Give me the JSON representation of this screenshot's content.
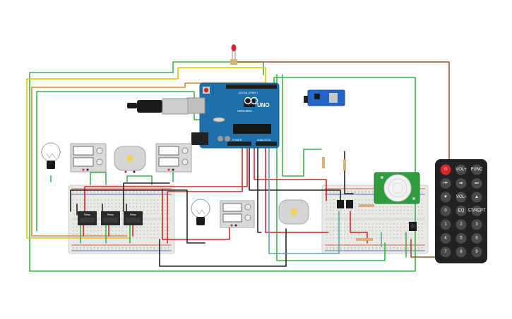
{
  "arduino": {
    "brand": "ARDUINO",
    "model": "UNO",
    "power_label": "POWER",
    "analog_label": "ANALOG IN",
    "digital_label": "DIGITAL (PWM~)"
  },
  "relays": [
    {
      "label": "Relay"
    },
    {
      "label": "Relay"
    },
    {
      "label": "Relay"
    }
  ],
  "remote": {
    "buttons": [
      [
        "⏻",
        "VOL+",
        "FUNC"
      ],
      [
        "⏮",
        "⏯",
        "⏭"
      ],
      [
        "▼",
        "VOL-",
        "▲"
      ],
      [
        "0",
        "EQ",
        "ST/REPT"
      ],
      [
        "1",
        "2",
        "3"
      ],
      [
        "4",
        "5",
        "6"
      ],
      [
        "7",
        "8",
        "9"
      ]
    ]
  },
  "colors": {
    "wire_green": "#3cb44b",
    "wire_yellow": "#e6c300",
    "wire_red": "#d62728",
    "wire_black": "#222222",
    "wire_orange": "#e08a2c",
    "wire_brown": "#a0522d",
    "wire_teal": "#5aa7a7",
    "arduino_blue": "#1f6fa8",
    "breadboard": "#e9e9e6"
  }
}
